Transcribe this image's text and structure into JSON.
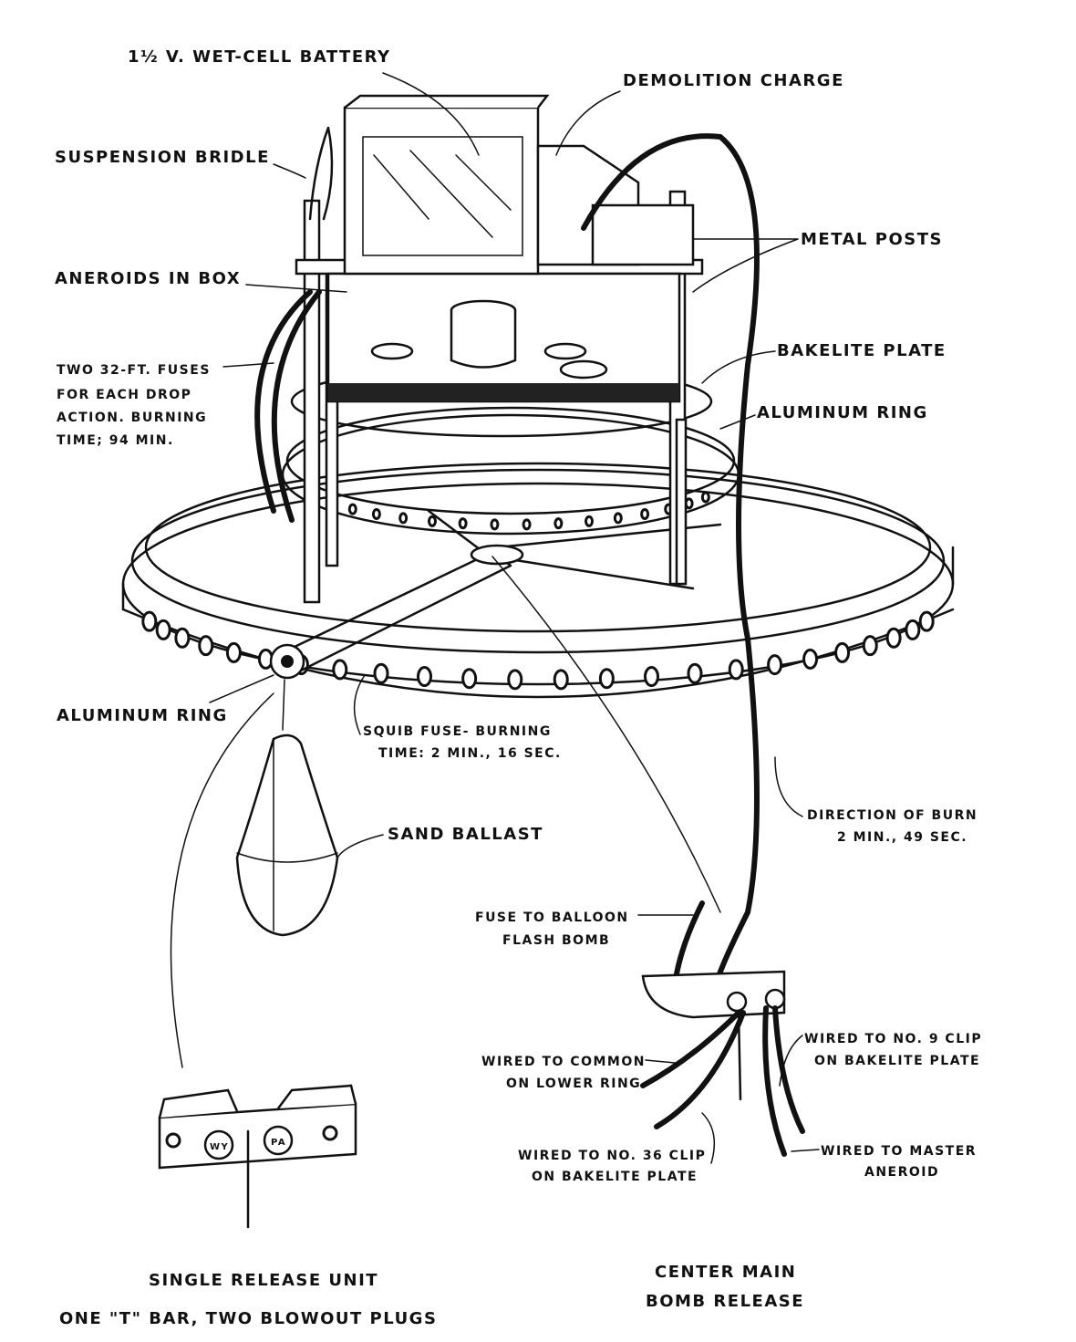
{
  "labels": {
    "battery": "1½ V. WET-CELL BATTERY",
    "demolition_charge": "DEMOLITION CHARGE",
    "suspension_bridle": "SUSPENSION BRIDLE",
    "metal_posts": "METAL POSTS",
    "aneroids_in_box": "ANEROIDS IN BOX",
    "bakelite_plate": "BAKELITE PLATE",
    "aluminum_ring_upper": "ALUMINUM RING",
    "fuses": [
      "TWO 32-FT. FUSES",
      "FOR EACH DROP",
      "ACTION. BURNING",
      "TIME; 94 MIN."
    ],
    "aluminum_ring_lower": "ALUMINUM RING",
    "squib_fuse": [
      "SQUIB FUSE- BURNING",
      "TIME: 2 MIN., 16 SEC."
    ],
    "sand_ballast": "SAND BALLAST",
    "direction_of_burn": [
      "DIRECTION OF BURN",
      "2 MIN., 49 SEC."
    ],
    "fuse_to_balloon": [
      "FUSE TO BALLOON",
      "FLASH BOMB"
    ],
    "wired_common": [
      "WIRED TO COMMON",
      "ON LOWER RING"
    ],
    "wired_no9": [
      "WIRED TO NO. 9 CLIP",
      "ON BAKELITE PLATE"
    ],
    "wired_no36": [
      "WIRED TO NO. 36 CLIP",
      "ON BAKELITE PLATE"
    ],
    "wired_master": [
      "WIRED TO MASTER",
      "ANEROID"
    ],
    "single_release": [
      "SINGLE RELEASE UNIT",
      "ONE \"T\" BAR, TWO BLOWOUT PLUGS"
    ],
    "center_release": [
      "CENTER MAIN",
      "BOMB RELEASE"
    ],
    "plug_marks": [
      "WY",
      "PA"
    ]
  }
}
